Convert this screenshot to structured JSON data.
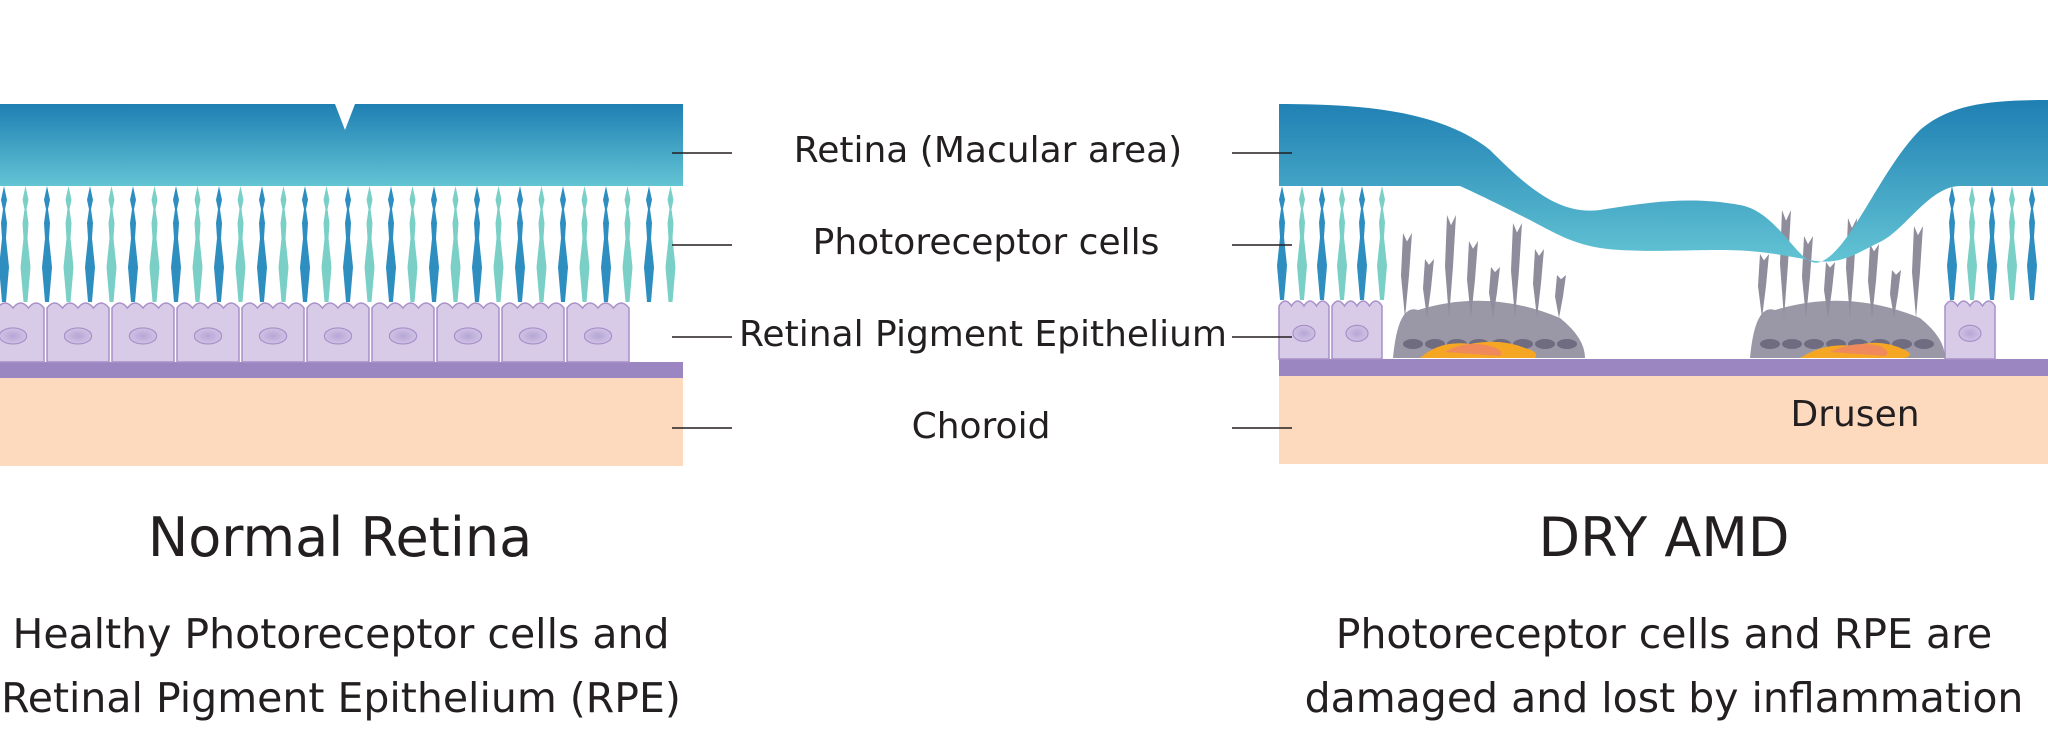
{
  "layers": {
    "retina": "Retina (Macular area)",
    "photoreceptor": "Photoreceptor cells",
    "rpe": "Retinal Pigment Epithelium",
    "choroid": "Choroid"
  },
  "drusen_label": "Drusen",
  "normal": {
    "title": "Normal Retina",
    "caption_line1": "Healthy Photoreceptor cells and",
    "caption_line2": "Retinal Pigment Epithelium (RPE)"
  },
  "dry": {
    "title": "DRY AMD",
    "caption_line1": "Photoreceptor cells and RPE are",
    "caption_line2": "damaged and lost by inflammation"
  },
  "colors": {
    "retina_top": "#1f7fb3",
    "retina_bottom": "#5fc0d2",
    "rod": "#2e8ec0",
    "cone": "#7ad0c6",
    "rpe_cell": "#d8cbe8",
    "rpe_border": "#a890c8",
    "bruch": "#9c86c2",
    "choroid": "#fdd9bd",
    "damaged": "#8f8c9c",
    "drusen": "#f5a623",
    "drusen_core": "#f2a16a"
  }
}
